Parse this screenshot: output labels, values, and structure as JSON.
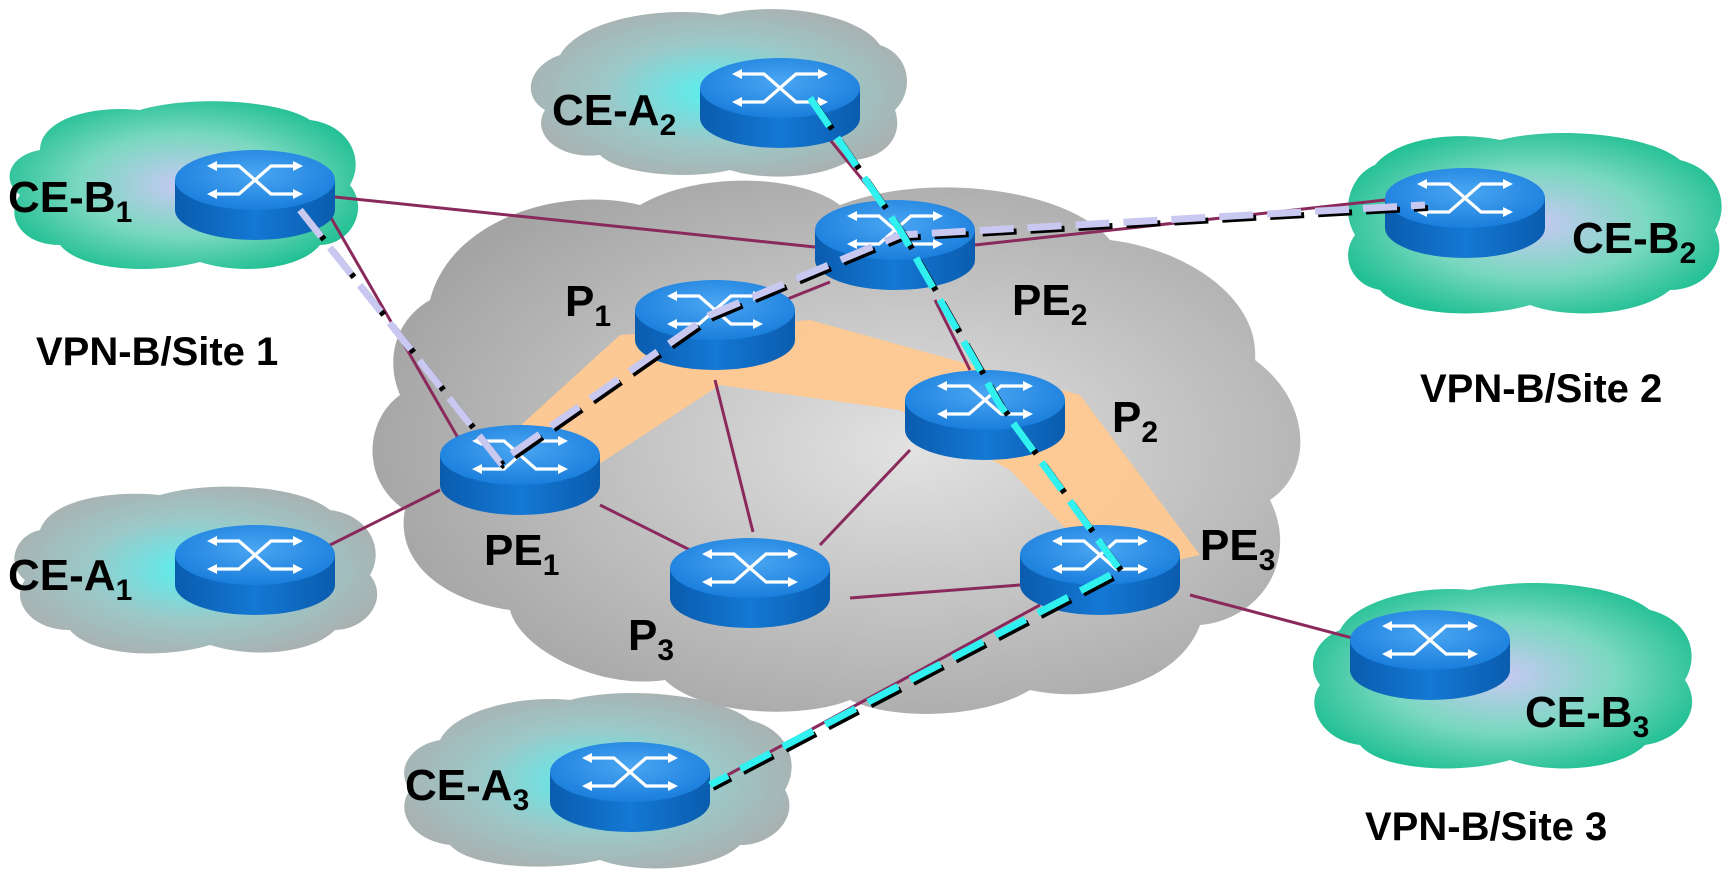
{
  "colors": {
    "core_cloud": "#a8a8a8",
    "core_cloud_center": "#e0e0e0",
    "site_a_cloud": "#aab0b0",
    "site_a_center": "#5ff0f0",
    "site_b_cloud": "#2fc496",
    "site_b_center": "#c8c8f4",
    "router_top": "#2b8fe8",
    "router_side": "#0a62b8",
    "link": "#8a2a5c",
    "lsp_fill": "#ffc890",
    "vpn_a_dash": "#30f0f0",
    "vpn_b_dash": "#c8c8f0",
    "dash_shadow": "#000000"
  },
  "routers": {
    "ce_b1": {
      "name": "CE-B",
      "sub": "1"
    },
    "ce_a2": {
      "name": "CE-A",
      "sub": "2"
    },
    "ce_b2": {
      "name": "CE-B",
      "sub": "2"
    },
    "p1": {
      "name": "P",
      "sub": "1"
    },
    "pe2": {
      "name": "PE",
      "sub": "2"
    },
    "p2": {
      "name": "P",
      "sub": "2"
    },
    "pe1": {
      "name": "PE",
      "sub": "1"
    },
    "ce_a1": {
      "name": "CE-A",
      "sub": "1"
    },
    "p3": {
      "name": "P",
      "sub": "3"
    },
    "pe3": {
      "name": "PE",
      "sub": "3"
    },
    "ce_b3": {
      "name": "CE-B",
      "sub": "3"
    },
    "ce_a3": {
      "name": "CE-A",
      "sub": "3"
    }
  },
  "sites": {
    "site1": "VPN-B/Site 1",
    "site2": "VPN-B/Site 2",
    "site3": "VPN-B/Site 3"
  }
}
